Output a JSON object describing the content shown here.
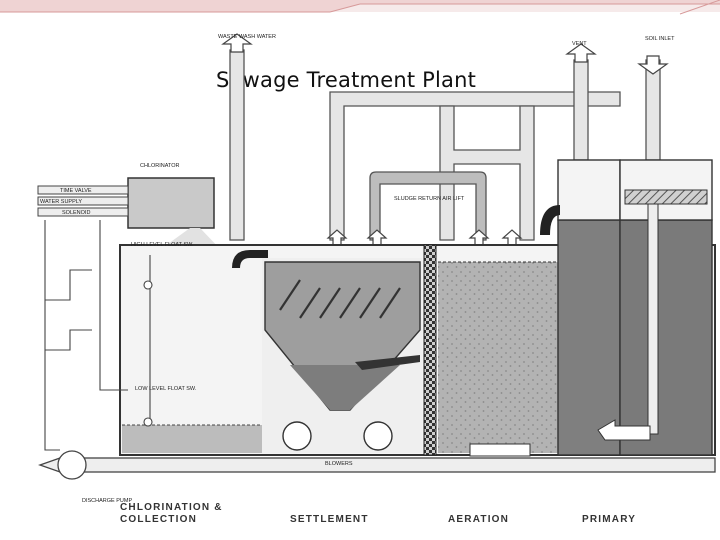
{
  "slide": {
    "title": "Sewage Treatment Plant"
  },
  "labels": {
    "waste_wash_water": "WASTE WASH WATER",
    "vent": "VENT",
    "soil_inlet": "SOIL INLET",
    "chlorinator": "CHLORINATOR",
    "time_valve": "TIME VALVE",
    "water_supply": "WATER SUPPLY",
    "solenoid": "SOLENOID",
    "sludge_return": "SLUDGE RETURN AIR LIFT",
    "high_level": "HIGH LEVEL FLOAT SW.",
    "low_level": "LOW LEVEL FLOAT SW.",
    "blowers": "BLOWERS",
    "discharge_pump": "DISCHARGE PUMP"
  },
  "sections": {
    "chlorination_line1": "CHLORINATION  &",
    "chlorination_line2": "COLLECTION",
    "settlement": "SETTLEMENT",
    "aeration": "AERATION",
    "primary": "PRIMARY"
  }
}
